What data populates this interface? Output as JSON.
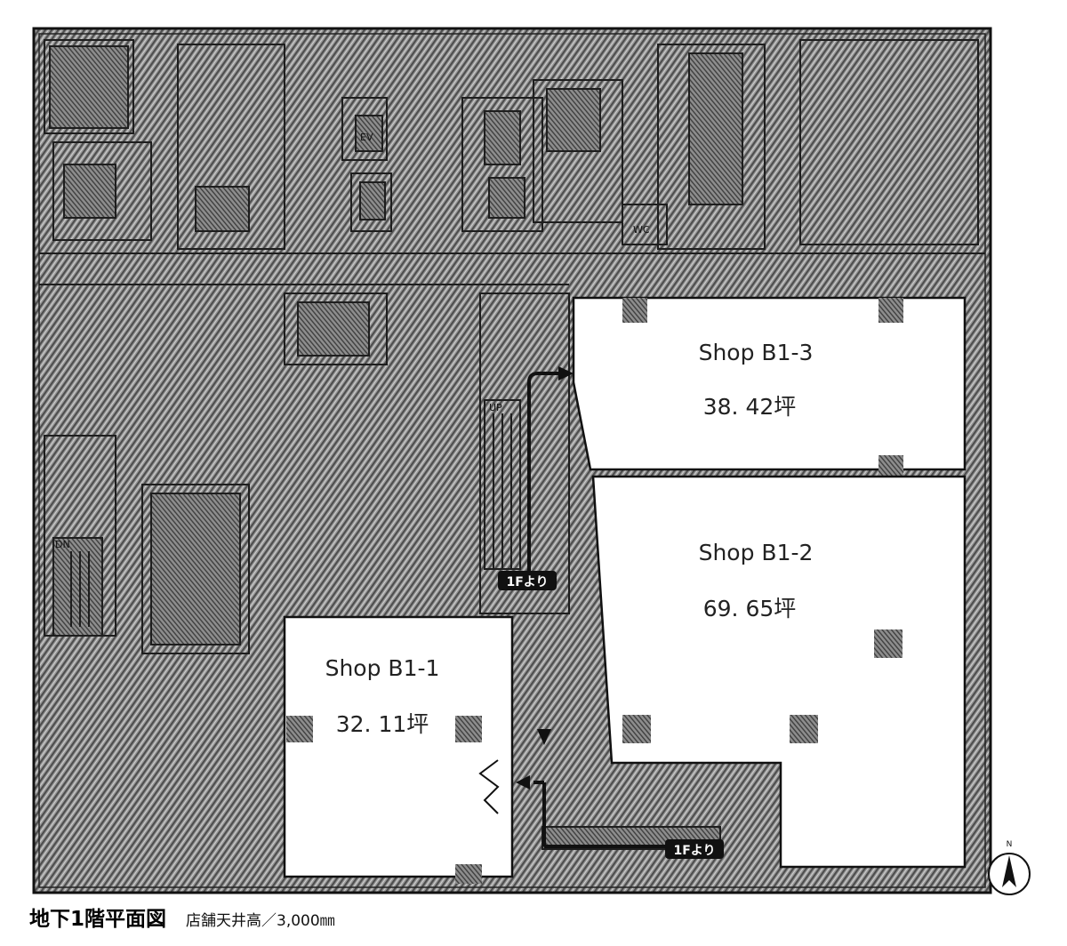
{
  "shops": [
    {
      "id": "b1-3",
      "name": "Shop B1-3",
      "area": "38. 42坪"
    },
    {
      "id": "b1-2",
      "name": "Shop B1-2",
      "area": "69. 65坪"
    },
    {
      "id": "b1-1",
      "name": "Shop B1-1",
      "area": "32. 11坪"
    }
  ],
  "tags": {
    "from_1f_upper": "1Fより",
    "from_1f_lower": "1Fより",
    "up_mark": "UP",
    "dn_mark": "DN",
    "ev_mark": "EV",
    "wc_mark": "WC",
    "compass_n": "N"
  },
  "footer": {
    "title": "地下1階平面図",
    "note": "店舗天井高／3,000㎜"
  },
  "colors": {
    "hatch_dark": "#5a5a5a",
    "hatch_light": "#b8b8b8",
    "line": "#1a1a1a",
    "shop_fill": "#ffffff",
    "tag_fill": "#111111",
    "tag_text": "#ffffff"
  }
}
